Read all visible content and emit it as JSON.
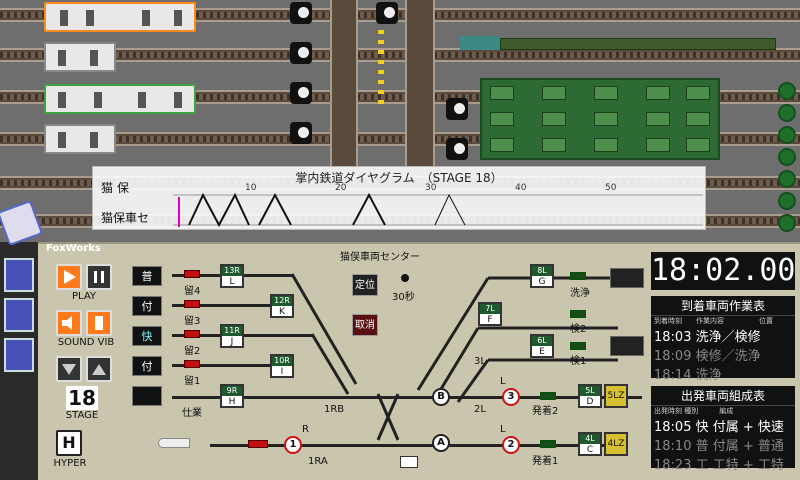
{
  "diagram": {
    "title": "掌内鉄道ダイヤグラム　（STAGE 18）",
    "station_top": "猫保",
    "station_bottom": "猫保車セ",
    "ticks": [
      "10",
      "20",
      "30",
      "40",
      "50"
    ]
  },
  "panel": {
    "brand": "FoxWorks",
    "center_title": "猫俣車両センター",
    "play_label": "PLAY",
    "sound_label": "SOUND VIB",
    "stage_label": "STAGE",
    "stage_number": "18",
    "hyper_label": "HYPER",
    "hyper_key": "H",
    "routes": [
      {
        "label": "普",
        "active": false
      },
      {
        "label": "付",
        "active": false
      },
      {
        "label": "快",
        "active": true
      },
      {
        "label": "付",
        "active": false
      }
    ],
    "tracks": [
      {
        "name": "留4",
        "box": "13R",
        "sub": "L"
      },
      {
        "name": "留3",
        "box": "12R",
        "sub": "K"
      },
      {
        "name": "留2",
        "box": "11R",
        "sub": "J"
      },
      {
        "name": "留1",
        "box": "10R",
        "sub": "I"
      },
      {
        "name": "仕業",
        "box": "9R",
        "sub": "H"
      }
    ],
    "right_tracks": [
      {
        "name": "洗浄",
        "box": "8L",
        "sub": "G"
      },
      {
        "name": "検2",
        "box": "7L",
        "sub": "F"
      },
      {
        "name": "検1",
        "box": "6L",
        "sub": "E"
      },
      {
        "name": "発着2",
        "box": "5L",
        "sub": "D",
        "extra": "5LZ"
      },
      {
        "name": "発着1",
        "box": "4L",
        "sub": "C",
        "extra": "4LZ"
      }
    ],
    "buttons": {
      "teii": "定位",
      "cancel": "取消",
      "thirty": "30秒"
    },
    "points": {
      "b": "B",
      "a": "A",
      "p3": "3",
      "p2": "2",
      "p1": "1",
      "l3": "3L",
      "l2": "2L",
      "rb": "1RB",
      "ra": "1RA",
      "r": "R",
      "l": "L"
    }
  },
  "clock": "18:02.00",
  "arrival_table": {
    "title": "到着車両作業表",
    "headers": [
      "到着時刻",
      "作業内容",
      "位置"
    ],
    "rows": [
      {
        "time": "18:03",
        "work": "洗浄／検修",
        "dim": false
      },
      {
        "time": "18:09",
        "work": "検修／洗浄",
        "dim": true
      },
      {
        "time": "18:14",
        "work": "洗浄",
        "dim": true
      }
    ]
  },
  "departure_table": {
    "title": "出発車両組成表",
    "headers": [
      "出発時刻",
      "種別",
      "編成"
    ],
    "rows": [
      {
        "time": "18:05",
        "kind": "快",
        "formation": "付属 + 快速",
        "dim": false
      },
      {
        "time": "18:10",
        "kind": "普",
        "formation": "付属 + 普通",
        "dim": true
      },
      {
        "time": "18:23",
        "kind": "工",
        "formation": "工特 + 工特",
        "dim": true
      }
    ]
  },
  "colors": {
    "selected_car": "#ff8a1a",
    "route_active": "#7ef0ff",
    "lamp_red": "#c21010",
    "panel_bg": "#c9c6ad"
  },
  "icons": [
    "play-icon",
    "pause-icon",
    "sound-icon",
    "vibrate-icon",
    "triangle-down-icon",
    "triangle-up-icon",
    "signal-icon"
  ]
}
